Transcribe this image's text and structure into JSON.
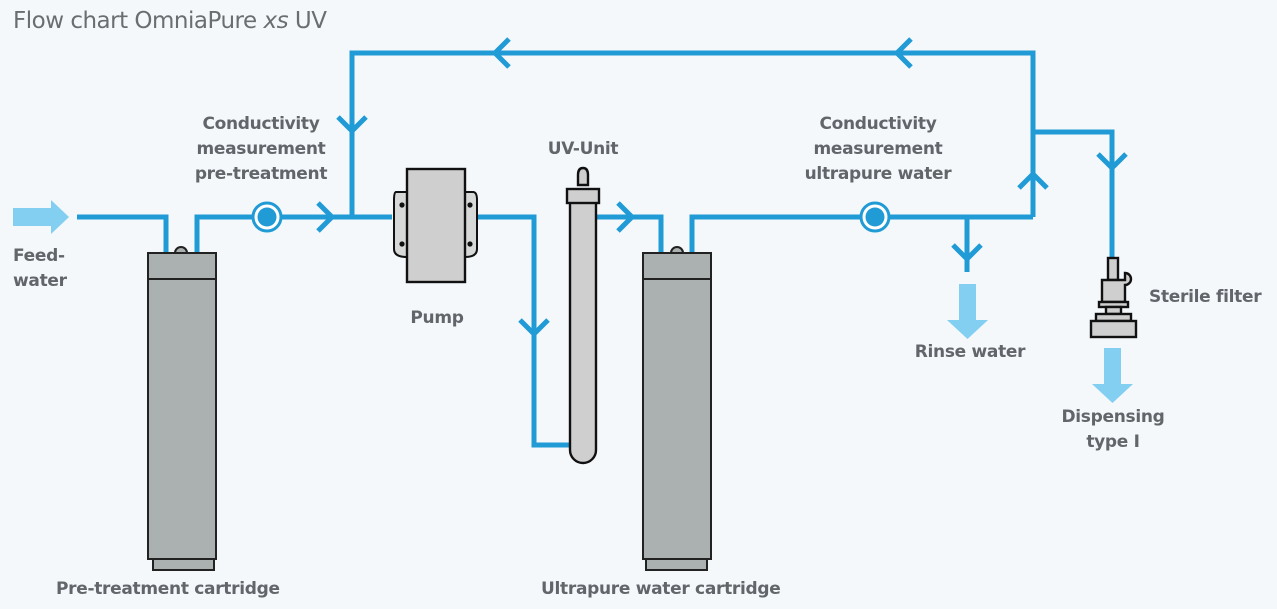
{
  "title": {
    "main": "Flow chart OmniaPure ",
    "italic": "xs",
    "suffix": " UV"
  },
  "labels": {
    "feedwater": [
      "Feed-",
      "water"
    ],
    "conductivity_pre": [
      "Conductivity",
      "measurement",
      "pre-treatment"
    ],
    "pump": "Pump",
    "uv_unit": "UV-Unit",
    "conductivity_ultra": [
      "Conductivity",
      "measurement",
      "ultrapure water"
    ],
    "sterile_filter": "Sterile filter",
    "rinse_water": "Rinse water",
    "dispensing": [
      "Dispensing",
      "type I"
    ],
    "pretreatment_cartridge": "Pre-treatment cartridge",
    "ultrapure_cartridge": "Ultrapure water cartridge"
  },
  "colors": {
    "pipe": "#219bd6",
    "io_arrow": "#83cff1",
    "cartridge": "#abb0b0",
    "component": "#cfcfcf",
    "text": "#62666a",
    "background": "#f4f8fb"
  }
}
